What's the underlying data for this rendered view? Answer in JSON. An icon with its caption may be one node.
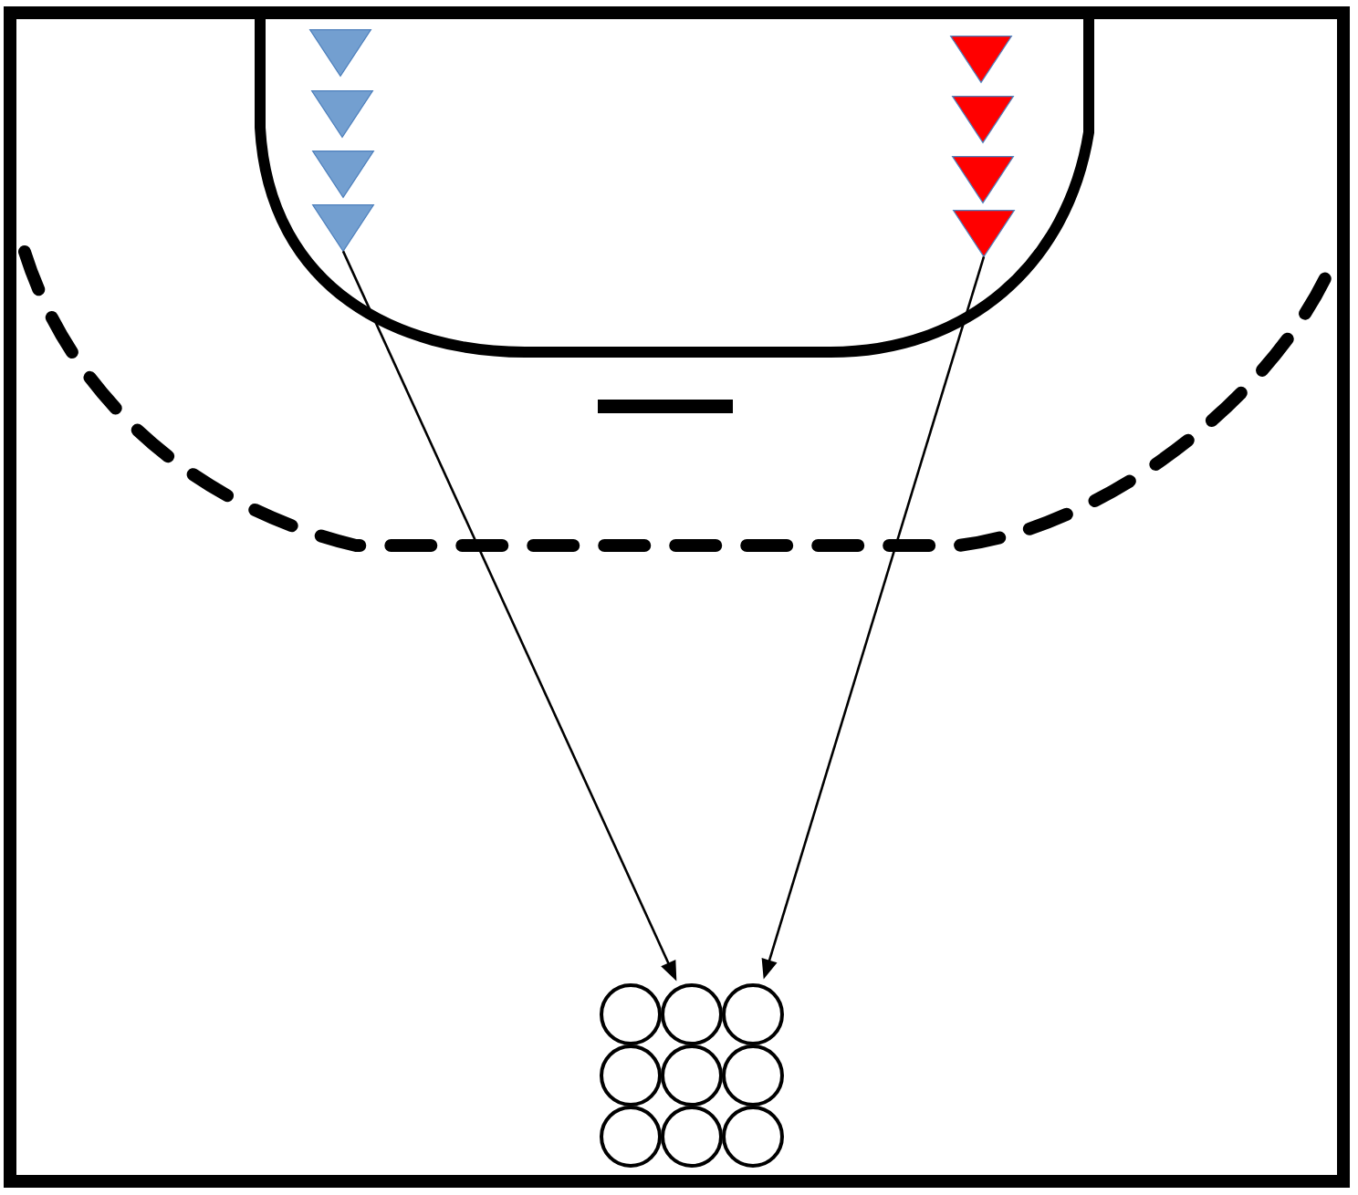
{
  "diagram": {
    "nodes": [
      {
        "text": [],
        "shape": "triangle"
      },
      {
        "text": [],
        "shape": "triangle"
      },
      {
        "text": [],
        "shape": "triangle"
      },
      {
        "text": [],
        "shape": "triangle"
      },
      {
        "text": [],
        "shape": "triangle"
      },
      {
        "text": [],
        "shape": "triangle"
      },
      {
        "text": [],
        "shape": "triangle"
      },
      {
        "text": [],
        "shape": "triangle"
      },
      {
        "text": [],
        "shape": "circle"
      },
      {
        "text": [],
        "shape": "circle"
      },
      {
        "text": [],
        "shape": "circle"
      },
      {
        "text": [],
        "shape": "circle"
      },
      {
        "text": [],
        "shape": "circle"
      },
      {
        "text": [],
        "shape": "circle"
      },
      {
        "text": [],
        "shape": "circle"
      },
      {
        "text": [],
        "shape": "circle"
      },
      {
        "text": [],
        "shape": "circle"
      }
    ],
    "edges": [
      {
        "from": 3,
        "to": 9,
        "arrow": "to"
      },
      {
        "from": 7,
        "to": 10,
        "arrow": "to"
      }
    ]
  }
}
